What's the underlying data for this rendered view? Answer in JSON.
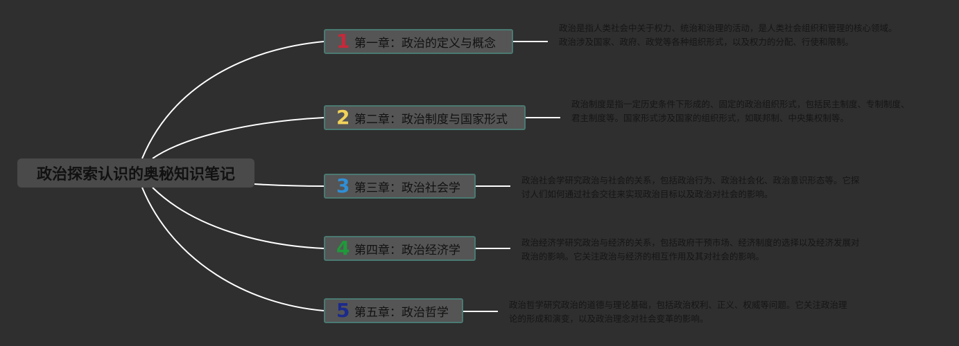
{
  "root": {
    "title": "政治探索认识的奥秘知识笔记"
  },
  "chapters": [
    {
      "num": "1",
      "num_color": "#c8283a",
      "label": "第一章：政治的定义与概念",
      "desc": "政治是指人类社会中关于权力、统治和治理的活动，是人类社会组织和管理的核心领域。政治涉及国家、政府、政党等各种组织形式，以及权力的分配、行使和限制。"
    },
    {
      "num": "2",
      "num_color": "#f2d35a",
      "label": "第二章：政治制度与国家形式",
      "desc": "政治制度是指一定历史条件下形成的、固定的政治组织形式，包括民主制度、专制制度、君主制度等。国家形式涉及国家的组织形式，如联邦制、中央集权制等。"
    },
    {
      "num": "3",
      "num_color": "#2f8fd6",
      "label": "第三章：政治社会学",
      "desc": "政治社会学研究政治与社会的关系，包括政治行为、政治社会化、政治意识形态等。它探讨人们如何通过社会交往来实现政治目标以及政治对社会的影响。"
    },
    {
      "num": "4",
      "num_color": "#1f9a3a",
      "label": "第四章：政治经济学",
      "desc": "政治经济学研究政治与经济的关系，包括政府干预市场、经济制度的选择以及经济发展对政治的影响。它关注政治与经济的相互作用及其对社会的影响。"
    },
    {
      "num": "5",
      "num_color": "#1c2a8c",
      "label": "第五章：政治哲学",
      "desc": "政治哲学研究政治的道德与理论基础，包括政治权利、正义、权威等问题。它关注政治理论的形成和演变，以及政治理念对社会变革的影响。"
    }
  ]
}
